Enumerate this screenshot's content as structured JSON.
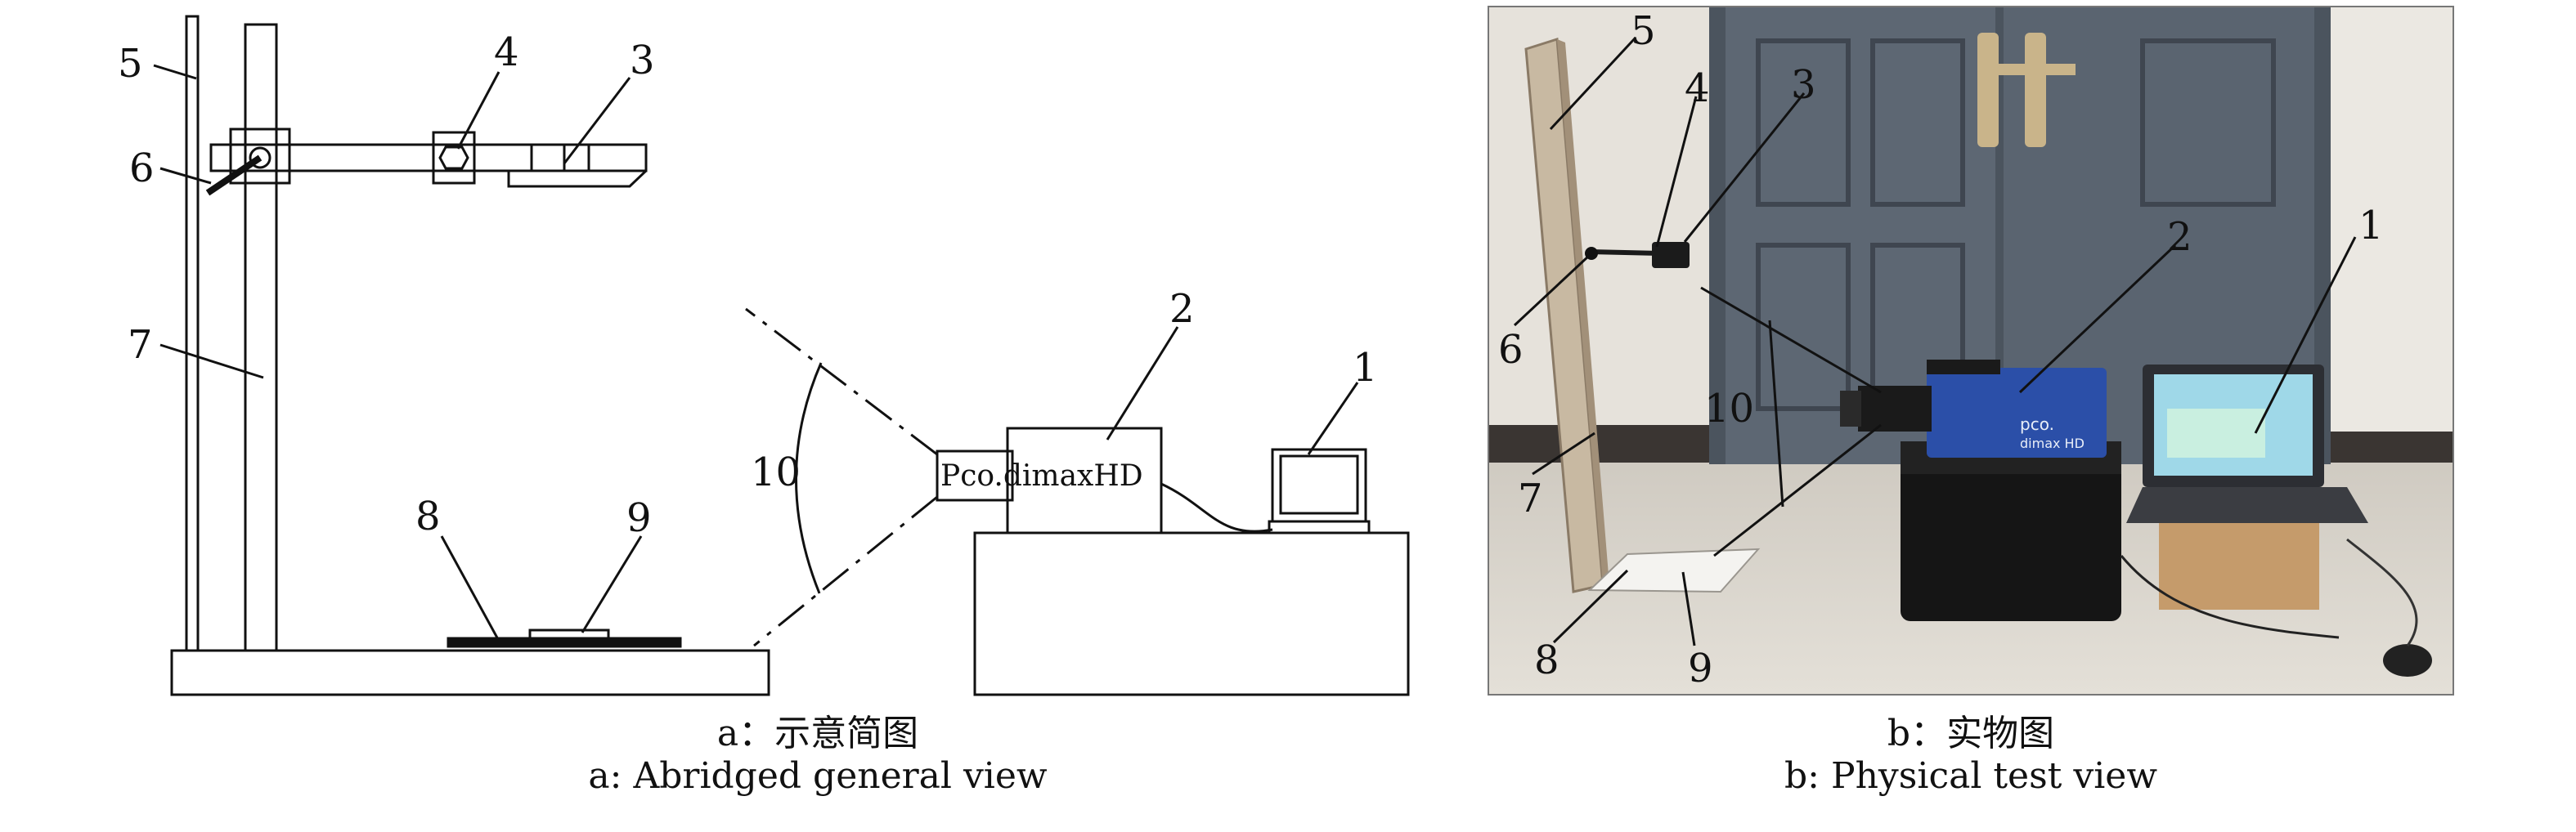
{
  "left_panel": {
    "numbers": [
      "1",
      "2",
      "3",
      "4",
      "5",
      "6",
      "7",
      "8",
      "9",
      "10"
    ],
    "camera_label": "Pco.dimaxHD",
    "caption_cn": "a：示意简图",
    "caption_en": "a: Abridged general view"
  },
  "right_panel": {
    "numbers": [
      "1",
      "2",
      "3",
      "4",
      "5",
      "6",
      "7",
      "8",
      "9",
      "10"
    ],
    "camera_brand": "pco.",
    "camera_model": "dimax HD",
    "caption_cn": "b：实物图",
    "caption_en": "b: Physical test view"
  },
  "colors": {
    "line": "#111111",
    "door": "#5a6470",
    "wall": "#e6e2db",
    "floor": "#d8d4cc",
    "camera_body": "#2b4fa8",
    "screen": "#9fd8e8"
  }
}
